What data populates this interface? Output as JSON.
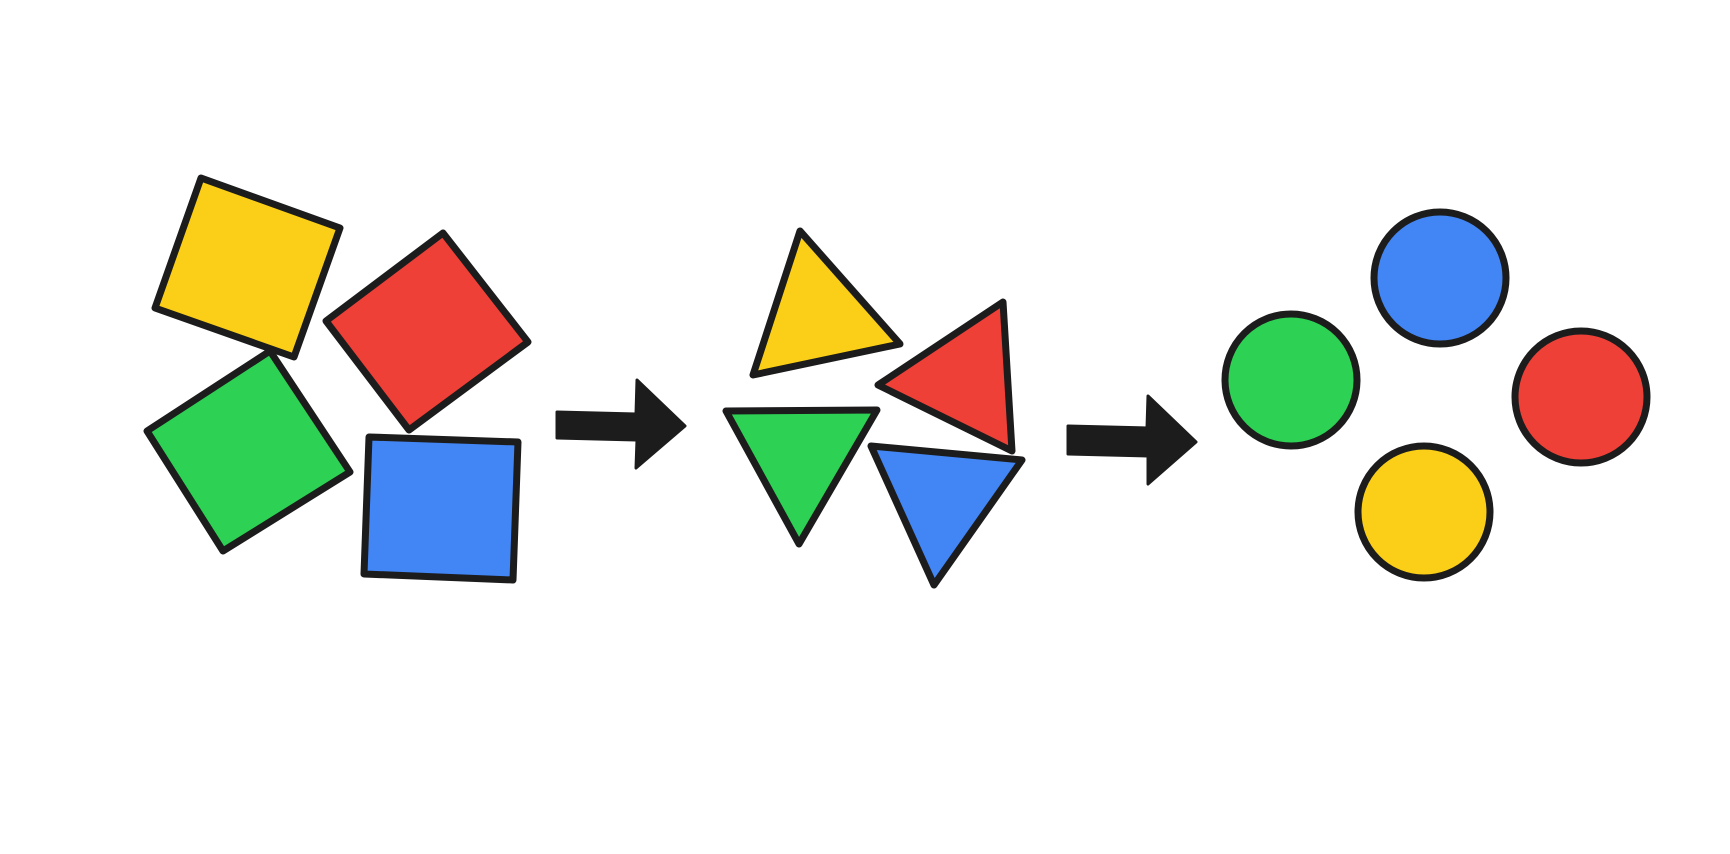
{
  "stages": [
    {
      "name": "squares",
      "shapes": [
        {
          "kind": "square",
          "color": "#FBCF17"
        },
        {
          "kind": "square",
          "color": "#EF4038"
        },
        {
          "kind": "square",
          "color": "#2DD154"
        },
        {
          "kind": "square",
          "color": "#4285F4"
        }
      ]
    },
    {
      "name": "triangles",
      "shapes": [
        {
          "kind": "triangle",
          "color": "#FBCF17"
        },
        {
          "kind": "triangle",
          "color": "#EF4038"
        },
        {
          "kind": "triangle",
          "color": "#2DD154"
        },
        {
          "kind": "triangle",
          "color": "#4285F4"
        }
      ]
    },
    {
      "name": "circles",
      "shapes": [
        {
          "kind": "circle",
          "color": "#2DD154"
        },
        {
          "kind": "circle",
          "color": "#4285F4"
        },
        {
          "kind": "circle",
          "color": "#EF4038"
        },
        {
          "kind": "circle",
          "color": "#FBCF17"
        }
      ]
    }
  ],
  "arrows": [
    {
      "from": "squares",
      "to": "triangles",
      "icon": "right-arrow-icon"
    },
    {
      "from": "triangles",
      "to": "circles",
      "icon": "right-arrow-icon"
    }
  ],
  "colors": {
    "outline": "#1C1C1C",
    "background": "#FFFFFF"
  }
}
